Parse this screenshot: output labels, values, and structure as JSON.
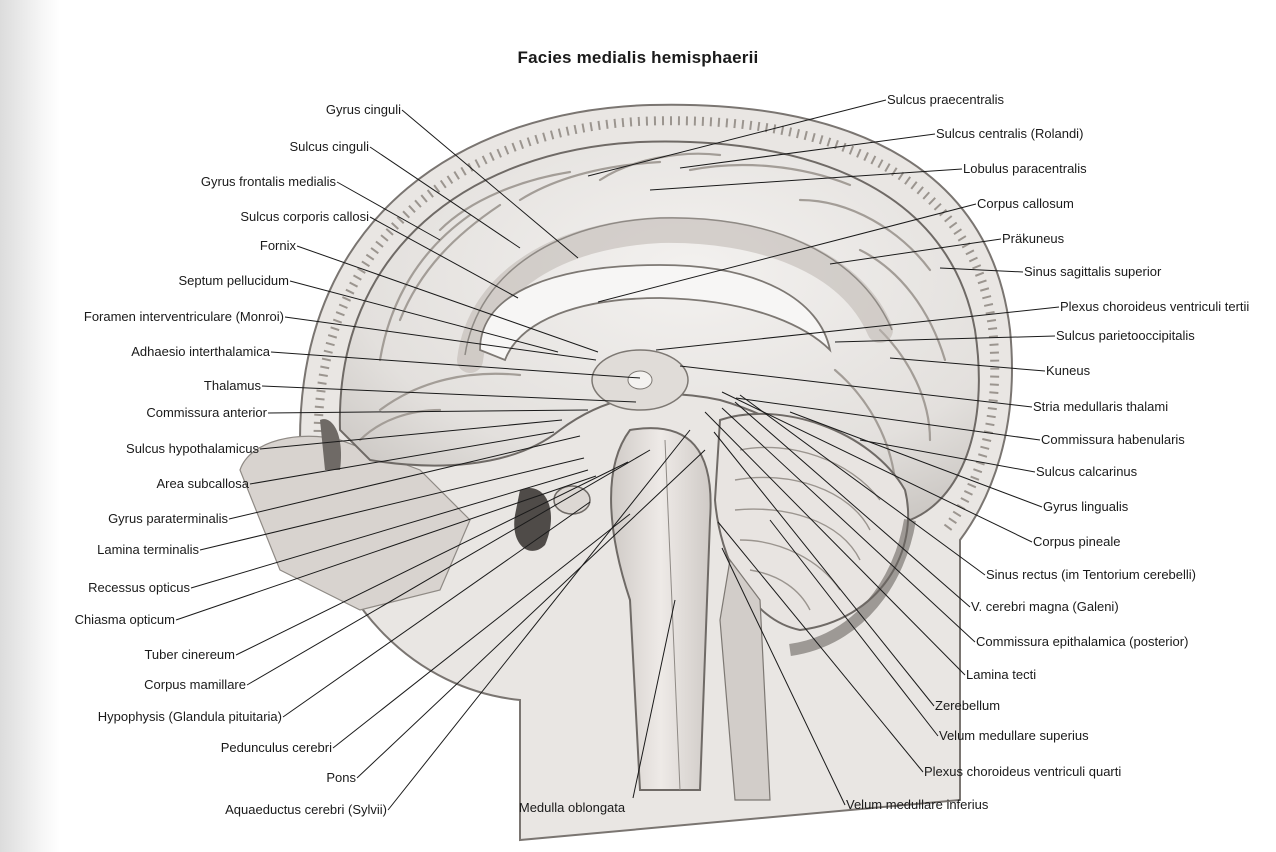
{
  "title": "Facies medialis hemisphaerii",
  "labels": {
    "gyrus_cinguli": "Gyrus cinguli",
    "sulcus_cinguli": "Sulcus cinguli",
    "gyrus_frontalis_medialis": "Gyrus frontalis medialis",
    "sulcus_corporis_callosi": "Sulcus corporis callosi",
    "fornix": "Fornix",
    "septum_pellucidum": "Septum pellucidum",
    "foramen_interventriculare": "Foramen interventriculare (Monroi)",
    "adhaesio_interthalamica": "Adhaesio interthalamica",
    "thalamus": "Thalamus",
    "commissura_anterior": "Commissura anterior",
    "sulcus_hypothalamicus": "Sulcus hypothalamicus",
    "area_subcallosa": "Area subcallosa",
    "gyrus_paraterminalis": "Gyrus paraterminalis",
    "lamina_terminalis": "Lamina terminalis",
    "recessus_opticus": "Recessus opticus",
    "chiasma_opticum": "Chiasma opticum",
    "tuber_cinereum": "Tuber cinereum",
    "corpus_mamillare": "Corpus mamillare",
    "hypophysis": "Hypophysis (Glandula pituitaria)",
    "pedunculus_cerebri": "Pedunculus cerebri",
    "pons": "Pons",
    "aquaeductus_cerebri": "Aquaeductus cerebri (Sylvii)",
    "medulla_oblongata": "Medulla oblongata",
    "sulcus_praecentralis": "Sulcus praecentralis",
    "sulcus_centralis": "Sulcus centralis (Rolandi)",
    "lobulus_paracentralis": "Lobulus paracentralis",
    "corpus_callosum": "Corpus callosum",
    "praekuneus": "Präkuneus",
    "sinus_sagittalis_superior": "Sinus sagittalis superior",
    "plexus_choroideus_tertii": "Plexus choroideus ventriculi tertii",
    "sulcus_parietooccipitalis": "Sulcus parietooccipitalis",
    "kuneus": "Kuneus",
    "stria_medullaris_thalami": "Stria medullaris thalami",
    "commissura_habenularis": "Commissura habenularis",
    "sulcus_calcarinus": "Sulcus calcarinus",
    "gyrus_lingualis": "Gyrus lingualis",
    "corpus_pineale": "Corpus pineale",
    "sinus_rectus": "Sinus rectus (im Tentorium cerebelli)",
    "v_cerebri_magna": "V. cerebri magna (Galeni)",
    "commissura_epithalamica": "Commissura epithalamica (posterior)",
    "lamina_tecti": "Lamina tecti",
    "zerebellum": "Zerebellum",
    "velum_medullare_superius": "Velum medullare superius",
    "plexus_choroideus_quarti": "Plexus choroideus ventriculi quarti",
    "velum_medullare_inferius": "Velum medullare inferius"
  }
}
